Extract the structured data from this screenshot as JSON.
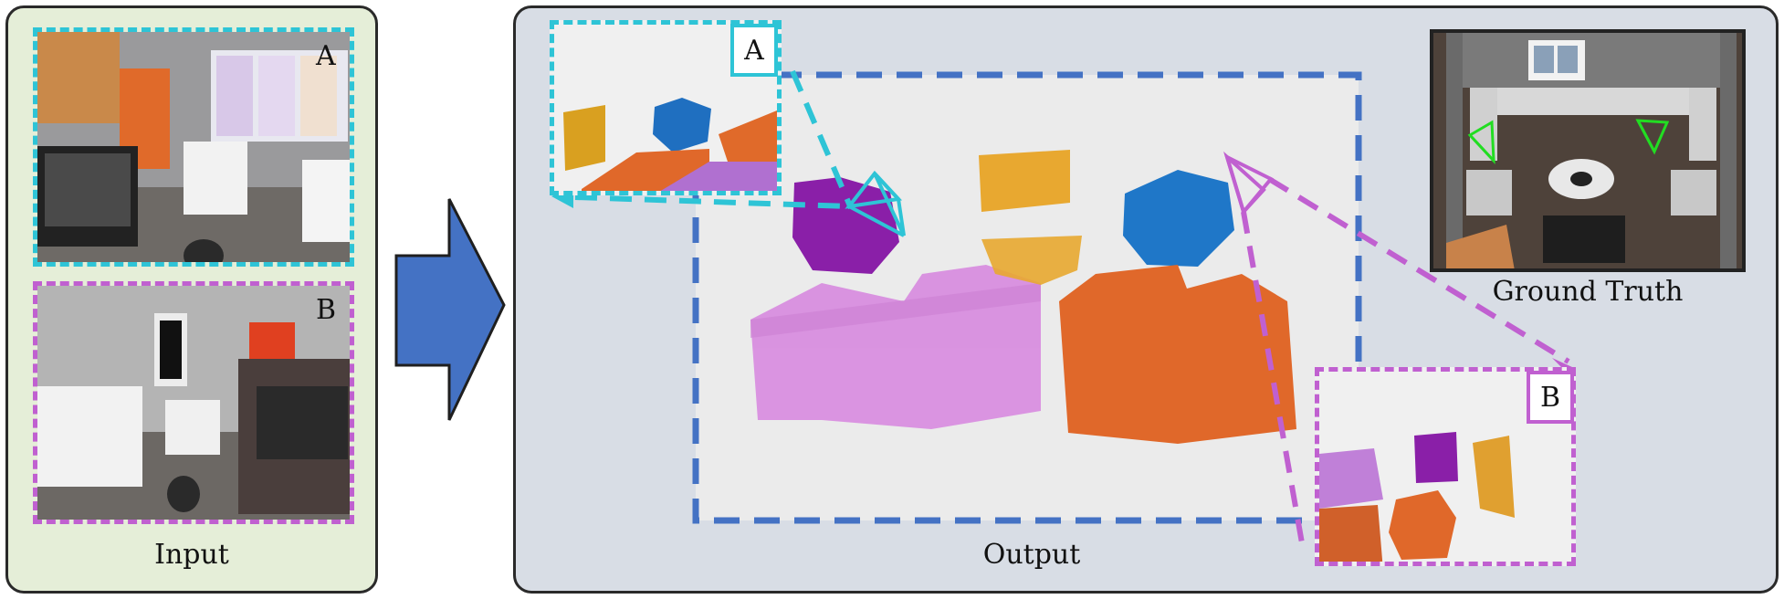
{
  "input": {
    "caption": "Input",
    "view_a_label": "A",
    "view_b_label": "B"
  },
  "output": {
    "caption": "Output",
    "inset_a_label": "A",
    "inset_b_label": "B"
  },
  "ground_truth": {
    "caption": "Ground Truth"
  },
  "colors": {
    "input_panel_bg": "#e5eed8",
    "output_panel_bg": "#d8dde5",
    "view_a_accent": "#2ec4d6",
    "view_b_accent": "#c060d0",
    "output_frame": "#4472c4",
    "arrow_fill": "#4472c4",
    "camera_gt": "#22dd22",
    "sofa_pink": "#d98fe0",
    "sofa_orange": "#e0682a",
    "chair_blue": "#1f77c8",
    "table_yellow": "#e8a830",
    "chair_purple": "#8a1fa8"
  }
}
